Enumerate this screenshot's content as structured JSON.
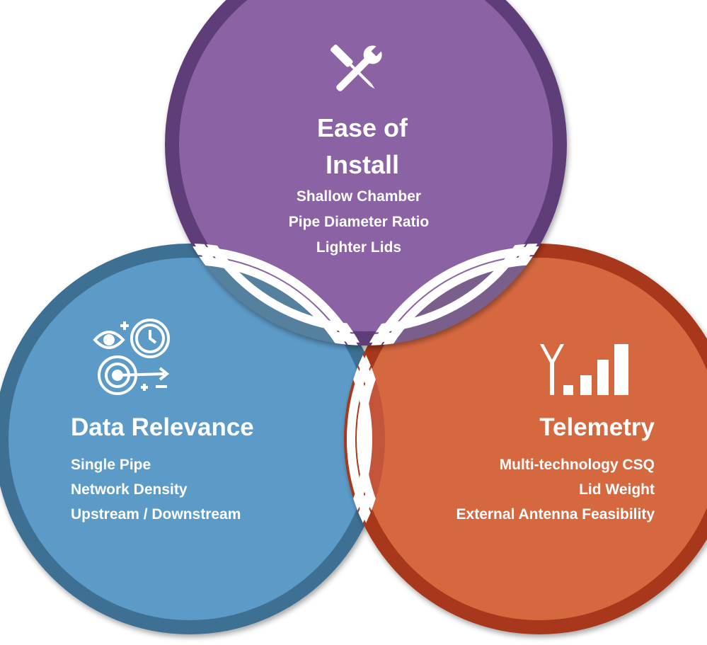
{
  "colors": {
    "purple": "#8B62A3",
    "purple_dark": "#5E3E78",
    "blue": "#5C9BC8",
    "blue_dark": "#3C6F93",
    "orange": "#D66841",
    "orange_dark": "#A8391A",
    "overlap_purple_blue": "#55819E",
    "overlap_purple_orange": "#7A5F8C",
    "overlap_blue_orange": "#C2553A",
    "center": "#E2E2E2"
  },
  "top_circle": {
    "icon": "tools-icon",
    "title_line1": "Ease of",
    "title_line2": "Install",
    "items": [
      "Shallow Chamber",
      "Pipe Diameter Ratio",
      "Lighter Lids"
    ]
  },
  "left_circle": {
    "icon": "target-clock-eye-icon",
    "title": "Data Relevance",
    "items": [
      "Single Pipe",
      "Network Density",
      "Upstream / Downstream"
    ]
  },
  "right_circle": {
    "icon": "signal-antenna-icon",
    "title": "Telemetry",
    "items": [
      "Multi-technology CSQ",
      "Lid Weight",
      "External Antenna Feasibility"
    ]
  }
}
